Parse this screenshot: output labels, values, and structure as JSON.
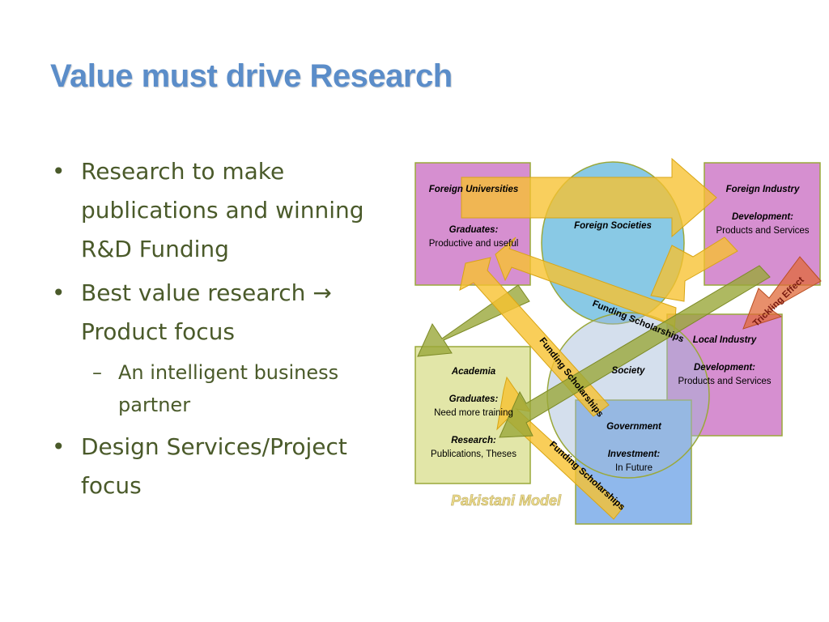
{
  "slide": {
    "title": "Value must drive Research",
    "bullets": [
      "Research to make publications and winning R&D Funding",
      "Best value research → Product focus",
      "An intelligent business partner",
      "Design Services/Project focus"
    ]
  },
  "diagram": {
    "boxes": {
      "foreign_universities": {
        "title": "Foreign Universities",
        "sub_title": "Graduates:",
        "sub_text": "Productive and useful"
      },
      "foreign_industry": {
        "title": "Foreign Industry",
        "sub_title": "Development:",
        "sub_text": "Products and Services"
      },
      "local_industry": {
        "title": "Local Industry",
        "sub_title": "Development:",
        "sub_text": "Products and Services"
      },
      "academia": {
        "title": "Academia",
        "sub_title": "Graduates:",
        "sub_text": "Need more training",
        "sub_title2": "Research:",
        "sub_text2": "Publications, Theses"
      },
      "government": {
        "title": "Government",
        "sub_title": "Investment:",
        "sub_text": "In Future"
      }
    },
    "circles": {
      "foreign_societies": "Foreign Societies",
      "society": "Society"
    },
    "arrow_labels": {
      "funding_scholarships": "Funding Scholarships",
      "trickling_effect": "Trickling Effect"
    },
    "model_label": "Pakistani Model",
    "colors": {
      "foreign_box": "#d68fd0",
      "academia_box": "#e2e6a8",
      "government_box": "#8fb8ec",
      "circle": "#74c0e0",
      "arrow_yellow": "#f7c22f",
      "arrow_olive": "#9aa83a",
      "arrow_red": "#e06a3a"
    }
  }
}
